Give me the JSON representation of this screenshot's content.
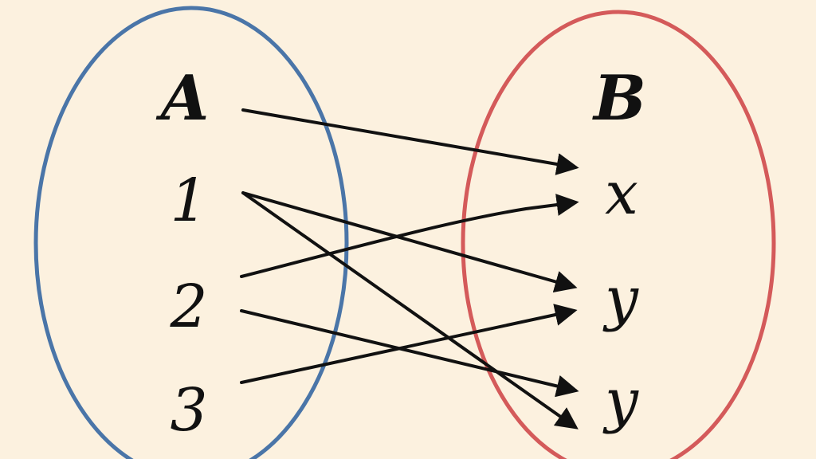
{
  "sets": {
    "a": {
      "label": "A",
      "color": "#4a75a8",
      "elements": [
        "1",
        "2",
        "3"
      ]
    },
    "b": {
      "label": "B",
      "color": "#d45a5a",
      "elements": [
        "x",
        "y",
        "y"
      ]
    }
  },
  "mappings": [
    {
      "from": "A",
      "to": "x"
    },
    {
      "from": "1",
      "to": "y"
    },
    {
      "from": "1",
      "to": "y"
    },
    {
      "from": "2",
      "to": "x"
    },
    {
      "from": "2",
      "to": "y"
    },
    {
      "from": "3",
      "to": "y"
    }
  ],
  "colors": {
    "background": "#fcf1df",
    "arrow": "#111111"
  }
}
